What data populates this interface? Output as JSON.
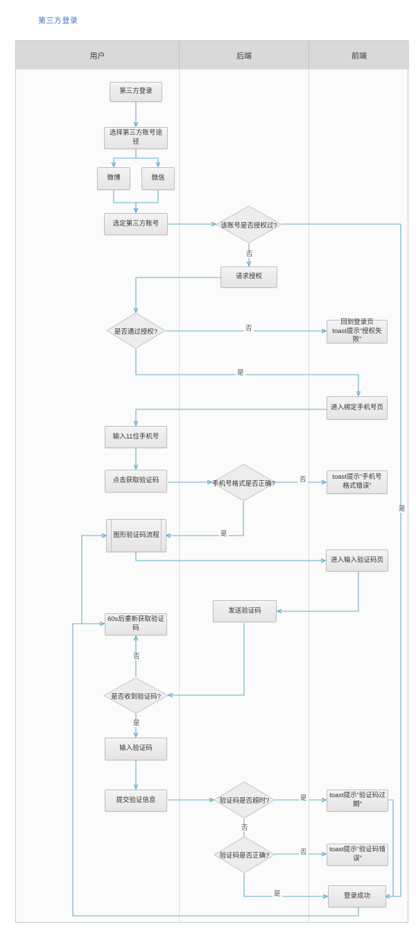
{
  "title": "第三方登录",
  "lanes": [
    {
      "name": "用户"
    },
    {
      "name": "后端"
    },
    {
      "name": "前端"
    }
  ],
  "nodes": [
    {
      "id": "start",
      "label": "第三方登录",
      "shape": "process",
      "lane": "用户"
    },
    {
      "id": "choose_path",
      "label": "选择第三方账号途径",
      "shape": "process",
      "lane": "用户"
    },
    {
      "id": "weibo",
      "label": "微博",
      "shape": "process",
      "lane": "用户"
    },
    {
      "id": "weixin",
      "label": "微信",
      "shape": "process",
      "lane": "用户"
    },
    {
      "id": "selected",
      "label": "选定第三方账号",
      "shape": "process",
      "lane": "用户"
    },
    {
      "id": "authed_q",
      "label": "该账号是否授权过?",
      "shape": "decision",
      "lane": "后端"
    },
    {
      "id": "request_auth",
      "label": "请求授权",
      "shape": "process",
      "lane": "后端"
    },
    {
      "id": "pass_auth_q",
      "label": "是否通过授权?",
      "shape": "decision",
      "lane": "用户"
    },
    {
      "id": "auth_fail",
      "label": "回到登录页\ntoast提示“授权失败”",
      "shape": "process",
      "lane": "前端"
    },
    {
      "id": "bind_phone",
      "label": "进入绑定手机号页",
      "shape": "process",
      "lane": "前端"
    },
    {
      "id": "input_phone",
      "label": "输入11位手机号",
      "shape": "process",
      "lane": "用户"
    },
    {
      "id": "get_code",
      "label": "点击获取验证码",
      "shape": "process",
      "lane": "用户"
    },
    {
      "id": "phone_fmt_q",
      "label": "手机号格式是否正确?",
      "shape": "decision",
      "lane": "后端"
    },
    {
      "id": "phone_err",
      "label": "toast提示“手机号格式错误”",
      "shape": "process",
      "lane": "前端"
    },
    {
      "id": "captcha_flow",
      "label": "图形验证码流程",
      "shape": "subprocess",
      "lane": "用户"
    },
    {
      "id": "code_page",
      "label": "进入输入验证码页",
      "shape": "process",
      "lane": "前端"
    },
    {
      "id": "send_code",
      "label": "发送验证码",
      "shape": "process",
      "lane": "后端"
    },
    {
      "id": "resend_60s",
      "label": "60s后重新获取验证码",
      "shape": "process",
      "lane": "用户"
    },
    {
      "id": "recv_code_q",
      "label": "是否收到验证码?",
      "shape": "decision",
      "lane": "用户"
    },
    {
      "id": "input_code",
      "label": "输入验证码",
      "shape": "process",
      "lane": "用户"
    },
    {
      "id": "submit_info",
      "label": "提交验证信息",
      "shape": "process",
      "lane": "用户"
    },
    {
      "id": "timeout_q",
      "label": "验证码是否超时?",
      "shape": "decision",
      "lane": "后端"
    },
    {
      "id": "code_expired",
      "label": "toast提示“验证码过期”",
      "shape": "process",
      "lane": "前端"
    },
    {
      "id": "code_ok_q",
      "label": "验证码是否正确?",
      "shape": "decision",
      "lane": "后端"
    },
    {
      "id": "code_wrong",
      "label": "toast提示“验证码错误”",
      "shape": "process",
      "lane": "前端"
    },
    {
      "id": "login_ok",
      "label": "登录成功",
      "shape": "process",
      "lane": "前端"
    }
  ],
  "edge_labels": [
    {
      "id": "authed_no",
      "text": "否"
    },
    {
      "id": "authed_yes",
      "text": "是"
    },
    {
      "id": "pass_auth_no",
      "text": "否"
    },
    {
      "id": "pass_auth_yes",
      "text": "是"
    },
    {
      "id": "phone_fmt_no",
      "text": "否"
    },
    {
      "id": "phone_fmt_yes",
      "text": "是"
    },
    {
      "id": "recv_no",
      "text": "否"
    },
    {
      "id": "recv_yes",
      "text": "是"
    },
    {
      "id": "timeout_yes",
      "text": "是"
    },
    {
      "id": "timeout_no",
      "text": "否"
    },
    {
      "id": "code_ok_no",
      "text": "否"
    },
    {
      "id": "code_ok_yes",
      "text": "是"
    }
  ],
  "colors": {
    "title": "#3c7bbf",
    "connector": "#63adc4",
    "lane_header_bg": "#d9d9d9",
    "node_border": "#bdbdbd",
    "canvas_bg": "#fbfbfb"
  }
}
